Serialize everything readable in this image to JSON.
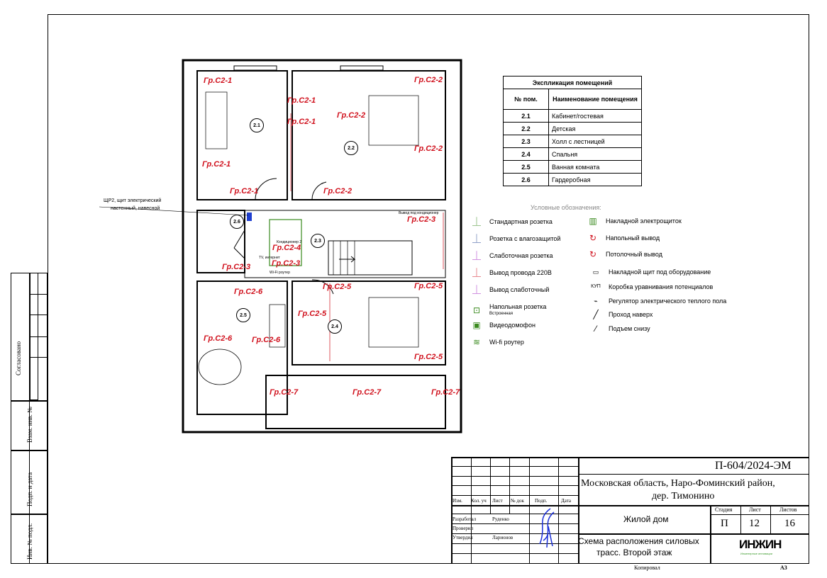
{
  "stamp": {
    "agreed": "Согласовано",
    "replace_inv": "Взам. инв. №",
    "sign_date": "Подп. и дата",
    "inv_orig": "Инв. № подл."
  },
  "rooms": [
    "2.1",
    "2.2",
    "2.3",
    "2.4",
    "2.5",
    "2.6"
  ],
  "groups": {
    "g1": "Гр.С2-1",
    "g2": "Гр.С2-2",
    "g3": "Гр.С2-3",
    "g4": "Гр.С2-4",
    "g5": "Гр.С2-5",
    "g6": "Гр.С2-6",
    "g7": "Гр.С2-7"
  },
  "annotations": {
    "panel": "ЩР2, щит электрический",
    "panel2": "настенный, навесной",
    "wifi": "Wi-Fi роутер",
    "tv": "TV, интернет",
    "hall_note": "Вывод под кондиционер",
    "cond": "Кондиционер 2"
  },
  "explication": {
    "title": "Экспликация помещений",
    "col_no": "№ пом.",
    "col_name": "Наименование помещения",
    "rows": [
      {
        "no": "2.1",
        "name": "Кабинет/гостевая"
      },
      {
        "no": "2.2",
        "name": "Детская"
      },
      {
        "no": "2.3",
        "name": "Холл с лестницей"
      },
      {
        "no": "2.4",
        "name": "Спальня"
      },
      {
        "no": "2.5",
        "name": "Ванная комната"
      },
      {
        "no": "2.6",
        "name": "Гардеробная"
      }
    ]
  },
  "legend": {
    "title": "Условные обозначения:",
    "left": [
      "Стандартная розетка",
      "Розетка с влагозащитой",
      "Слаботочная розетка",
      "Вывод провода 220В",
      "Вывод слаботочный",
      "Напольная розетка",
      "Видеодомофон",
      "Wi-fi роутер"
    ],
    "floor_sub": "Встроенная",
    "right": [
      "Накладной электрощиток",
      "Напольный вывод",
      "Потолочный вывод",
      "Накладной щит под оборудование",
      "Коробка уравнивания потенциалов",
      "Регулятор электрического теплого пола",
      "Проход наверх",
      "Подъем снизу"
    ],
    "kup": "КУП"
  },
  "titleblock": {
    "code": "П-604/2024-ЭМ",
    "address1": "Московская область, Наро-Фоминский район,",
    "address2": "дер. Тимонино",
    "building": "Жилой дом",
    "sheet_title1": "Схема расположения силовых",
    "sheet_title2": "трасс. Второй этаж",
    "h_izm": "Изм.",
    "h_kol": "Кол. уч",
    "h_list": "Лист",
    "h_doc": "№ док",
    "h_podp": "Подп.",
    "h_date": "Дата",
    "r_dev": "Разработал",
    "n_dev": "Руденко",
    "r_chk": "Проверил",
    "r_appr": "Утвердил",
    "n_appr": "Ларионов",
    "stage_h": "Стадия",
    "sheet_h": "Лист",
    "sheets_h": "Листов",
    "stage": "П",
    "sheet": "12",
    "sheets": "16",
    "logo": "ИНЖИН",
    "logo_sub": "Инженерные инновации",
    "copied": "Копировал",
    "format": "А3"
  },
  "colors": {
    "group": "#d0101c",
    "wall": "#000000",
    "green": "#3a8a1e",
    "blue": "#1f3fd0"
  }
}
